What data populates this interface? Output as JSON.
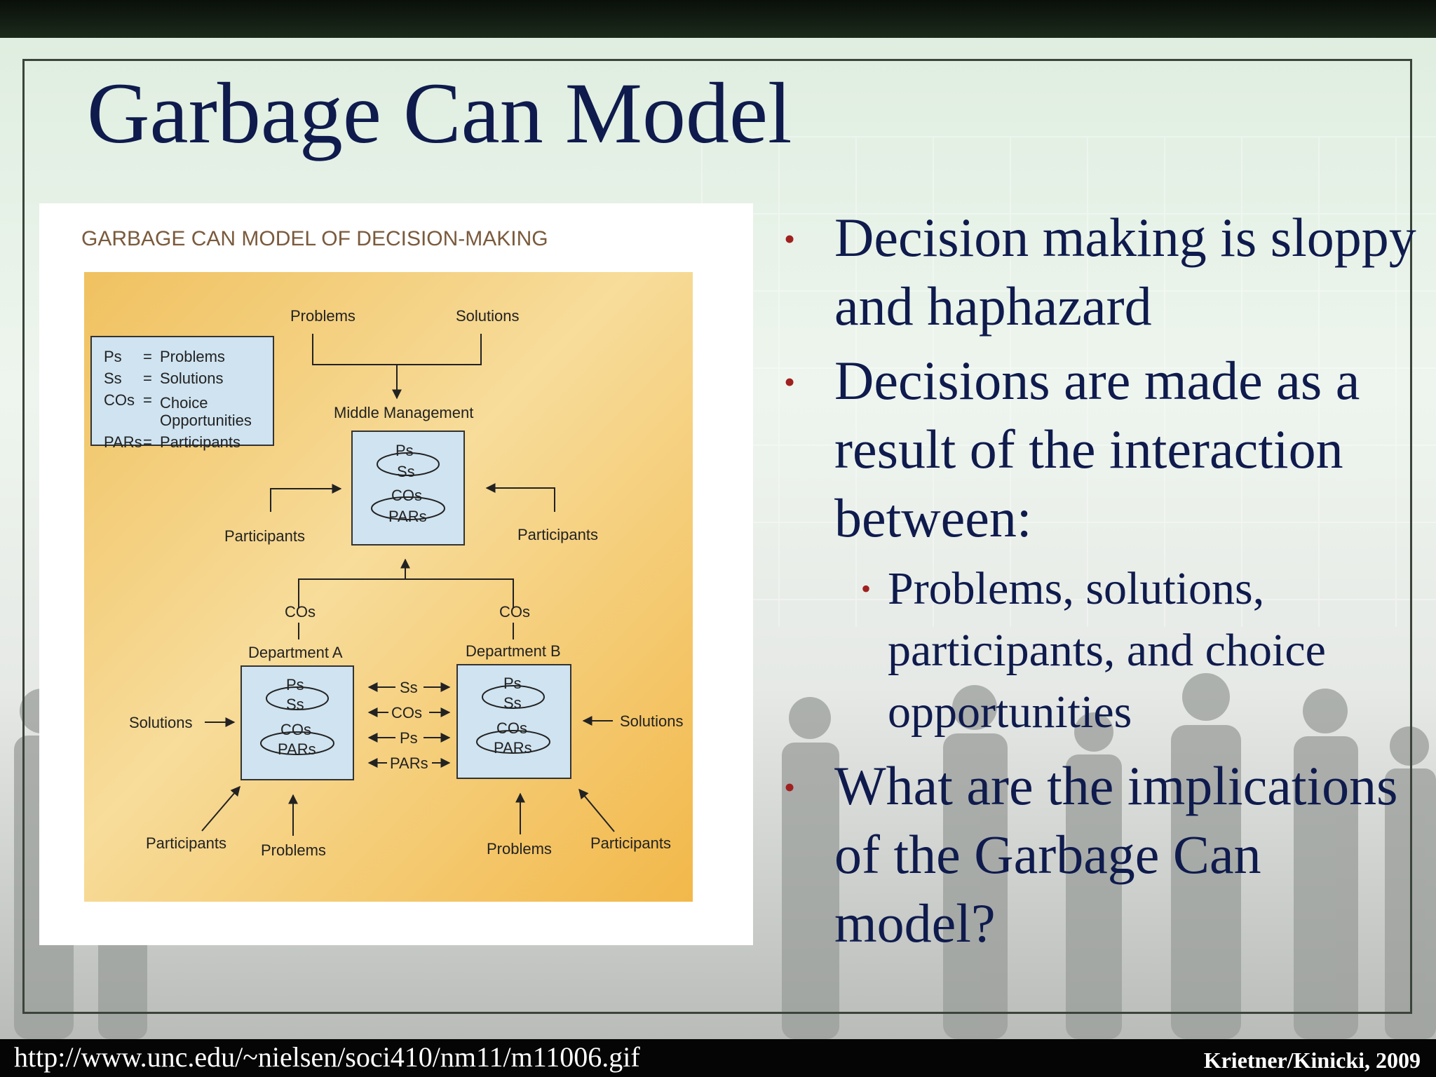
{
  "slide": {
    "title": "Garbage Can Model",
    "bullets": [
      {
        "level": 1,
        "text": "Decision making is sloppy and haphazard"
      },
      {
        "level": 1,
        "text": "Decisions are made as a result of the interaction between:"
      },
      {
        "level": 2,
        "text": "Problems, solutions, participants, and choice opportunities"
      },
      {
        "level": 1,
        "text": "What are the implications of the Garbage Can model?"
      }
    ]
  },
  "figure": {
    "heading": "GARBAGE CAN MODEL OF DECISION-MAKING",
    "legend": [
      {
        "abbr": "Ps",
        "sep": "=",
        "meaning": "Problems"
      },
      {
        "abbr": "Ss",
        "sep": "=",
        "meaning": "Solutions"
      },
      {
        "abbr": "COs",
        "sep": "=",
        "meaning": "Choice",
        "meaning2": "Opportunities"
      },
      {
        "abbr": "PARs",
        "sep": "=",
        "meaning": "Participants"
      }
    ],
    "top_inputs": [
      "Problems",
      "Solutions"
    ],
    "middle_management": "Middle Management",
    "box_items": [
      "Ps",
      "Ss",
      "COs",
      "PARs"
    ],
    "participants": "Participants",
    "cos": "COs",
    "department_a": "Department A",
    "department_b": "Department B",
    "exchange": [
      "Ss",
      "COs",
      "Ps",
      "PARs"
    ],
    "solutions": "Solutions",
    "problems": "Problems"
  },
  "footer": {
    "url": "http://www.unc.edu/~nielsen/soci410/nm11/m11006.gif",
    "credit": "Krietner/Kinicki, 2009"
  },
  "colors": {
    "title": "#0f1b4d",
    "bullet": "#a02020",
    "diagram_bg": "#f2b84a",
    "box_fill": "#cfe3f0"
  }
}
